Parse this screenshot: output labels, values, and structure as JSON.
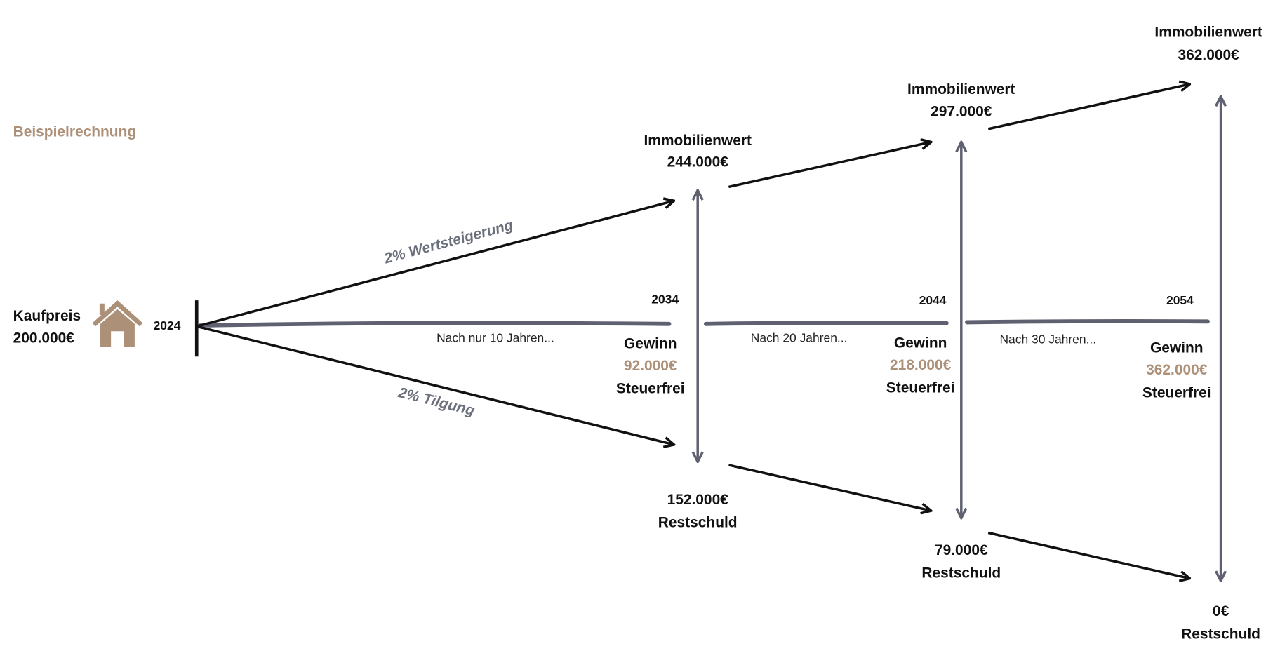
{
  "title": "Beispielrechnung",
  "start": {
    "label": "Kaufpreis",
    "value": "200.000€",
    "year": "2024",
    "icon": "house-icon"
  },
  "slopes": {
    "up": "2% Wertsteigerung",
    "down": "2% Tilgung"
  },
  "colors": {
    "accent": "#ad9078",
    "gray": "#5f6170",
    "text": "#111111"
  },
  "periods": [
    {
      "year": "2034",
      "caption": "Nach nur 10 Jahren...",
      "value_label": "Immobilienwert",
      "value": "244.000€",
      "gain_label": "Gewinn",
      "gain": "92.000€",
      "tax": "Steuerfrei",
      "debt": "152.000€",
      "debt_label": "Restschuld"
    },
    {
      "year": "2044",
      "caption": "Nach 20 Jahren...",
      "value_label": "Immobilienwert",
      "value": "297.000€",
      "gain_label": "Gewinn",
      "gain": "218.000€",
      "tax": "Steuerfrei",
      "debt": "79.000€",
      "debt_label": "Restschuld"
    },
    {
      "year": "2054",
      "caption": "Nach 30 Jahren...",
      "value_label": "Immobilienwert",
      "value": "362.000€",
      "gain_label": "Gewinn",
      "gain": "362.000€",
      "tax": "Steuerfrei",
      "debt": "0€",
      "debt_label": "Restschuld"
    }
  ]
}
